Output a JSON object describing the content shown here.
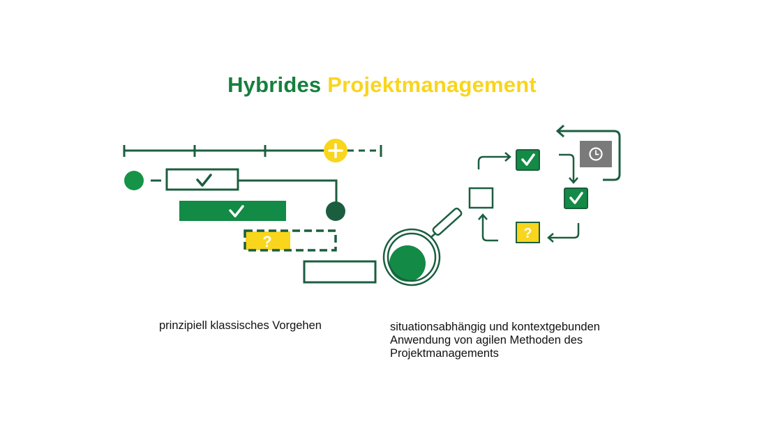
{
  "title": {
    "part1": "Hybrides",
    "part2": "Projektmanagement",
    "part1_color": "#15803d",
    "part2_color": "#f9d51c"
  },
  "left_diagram": {
    "caption": "prinzipiell klassisches Vorgehen",
    "timeline_ticks": 4,
    "milestone_icon": "plus-icon",
    "tasks": [
      {
        "style": "outlined",
        "icon": "check-icon"
      },
      {
        "style": "filled-green",
        "icon": "check-icon"
      },
      {
        "style": "dashed-partial-yellow",
        "icon": "question-icon"
      },
      {
        "style": "outlined",
        "icon": ""
      }
    ]
  },
  "center_icon": "magnifier-icon",
  "right_diagram": {
    "caption_lines": [
      "situationsabhängig und kontextgebunden",
      "Anwendung von agilen Methoden des",
      "Projektmanagements"
    ],
    "cycle_items": [
      {
        "style": "outlined",
        "icon": ""
      },
      {
        "style": "filled-green",
        "icon": "check-icon"
      },
      {
        "style": "filled-gray",
        "icon": "clock-icon"
      },
      {
        "style": "filled-green",
        "icon": "check-icon"
      },
      {
        "style": "filled-yellow",
        "icon": "question-icon"
      }
    ],
    "glyphs": {
      "check": "✓",
      "question": "?"
    }
  },
  "colors": {
    "dark_green": "#1b5e3f",
    "green": "#138a45",
    "yellow": "#f9d51c",
    "gray": "#7a7a7a"
  }
}
